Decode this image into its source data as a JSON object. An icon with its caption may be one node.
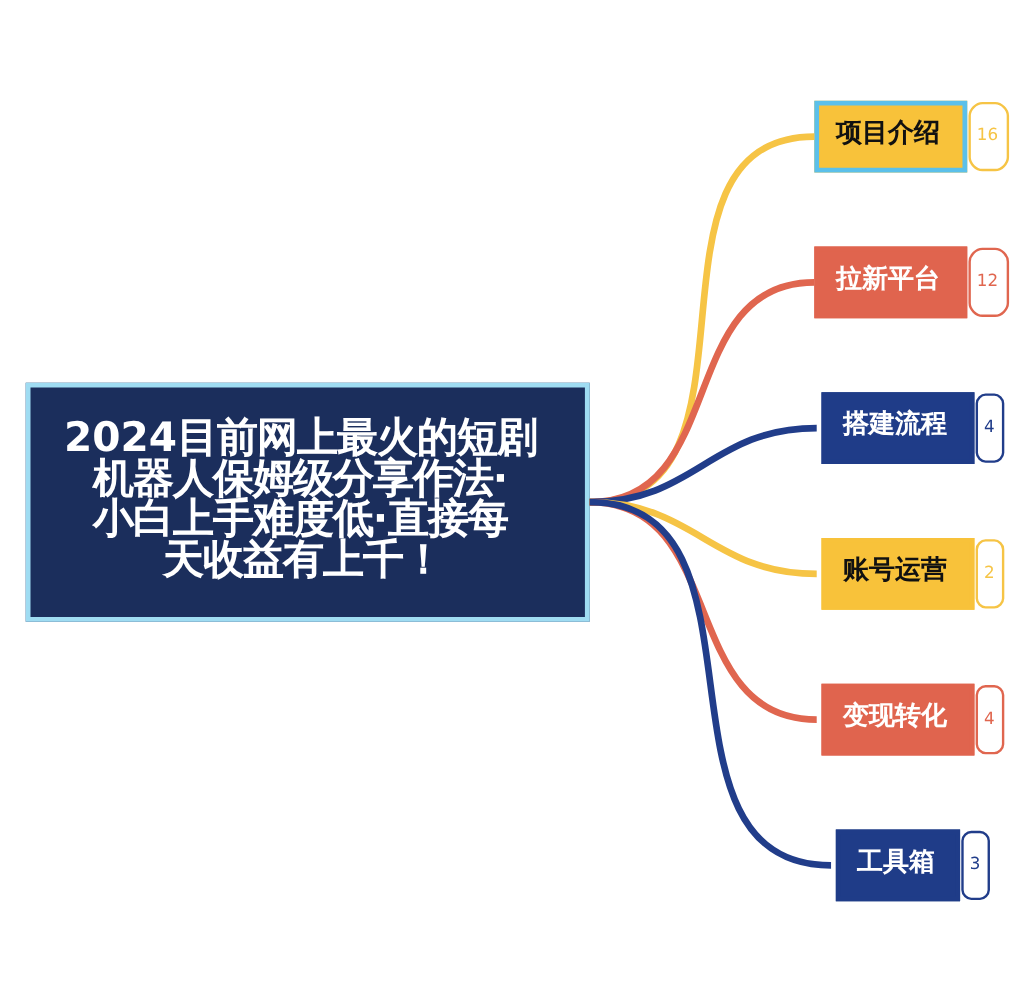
{
  "diagram": {
    "nodes": [
      {
        "text": [
          "2024目前网上最火的短剧机器人保姆级分享作法·小白上手难度低·直接每天收益有上千！"
        ]
      },
      {
        "text": [
          "项目介绍"
        ],
        "beside": [
          "16"
        ]
      },
      {
        "text": [
          "拉新平台"
        ],
        "beside": [
          "12"
        ]
      },
      {
        "text": [
          "搭建流程"
        ],
        "beside": [
          "4"
        ]
      },
      {
        "text": [
          "账号运营"
        ],
        "beside": [
          "2"
        ]
      },
      {
        "text": [
          "变现转化"
        ],
        "beside": [
          "4"
        ]
      },
      {
        "text": [
          "工具箱"
        ],
        "beside": [
          "3"
        ]
      }
    ],
    "edges": [
      {
        "from": 0,
        "to": 1,
        "arrow": "none",
        "color": "#f6c445"
      },
      {
        "from": 0,
        "to": 2,
        "arrow": "none",
        "color": "#e0664f"
      },
      {
        "from": 0,
        "to": 3,
        "arrow": "none",
        "color": "#213d8a"
      },
      {
        "from": 0,
        "to": 4,
        "arrow": "none",
        "color": "#f6c445"
      },
      {
        "from": 0,
        "to": 5,
        "arrow": "none",
        "color": "#e0664f"
      },
      {
        "from": 0,
        "to": 6,
        "arrow": "none",
        "color": "#213d8a"
      }
    ]
  }
}
